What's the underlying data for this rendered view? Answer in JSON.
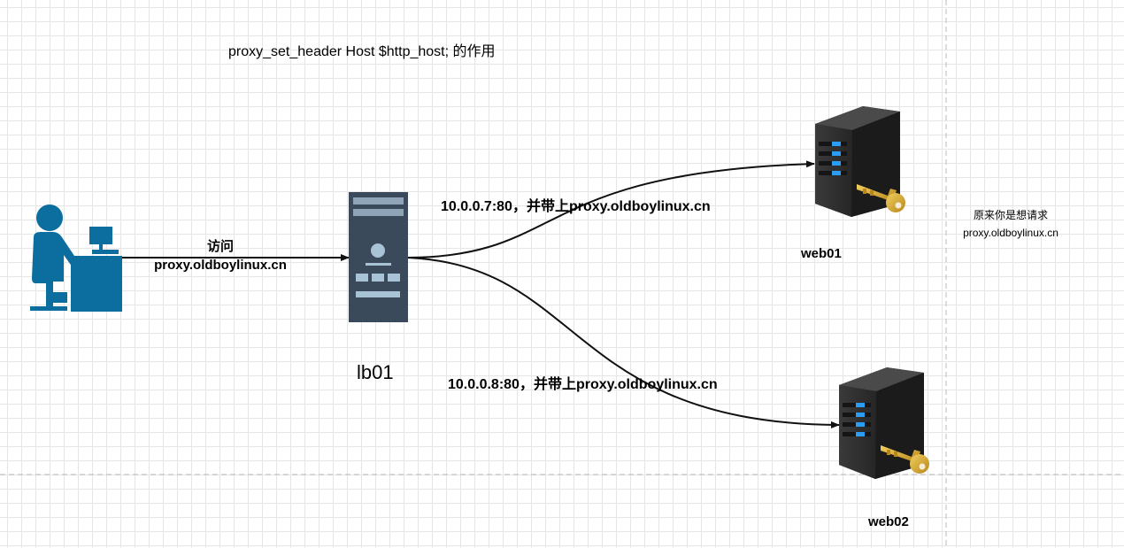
{
  "title": "proxy_set_header Host $http_host; 的作用",
  "user": {
    "icon": "user-at-computer-icon",
    "request_line1": "访问",
    "request_line2": "proxy.oldboylinux.cn"
  },
  "lb": {
    "icon": "load-balancer-server-icon",
    "label": "lb01"
  },
  "edges": {
    "to_web01": "10.0.0.7:80，并带上proxy.oldboylinux.cn",
    "to_web02": "10.0.0.8:80，并带上proxy.oldboylinux.cn"
  },
  "web01": {
    "icon": "secure-server-icon",
    "label": "web01"
  },
  "web02": {
    "icon": "secure-server-icon",
    "label": "web02"
  },
  "note": {
    "line1": "原来你是想请求",
    "line2": "proxy.oldboylinux.cn"
  },
  "colors": {
    "user_blue": "#0b6e9e",
    "lb_dark": "#3b4a5a",
    "lb_accent": "#a9c3d6",
    "server_dark": "#2f2f2f",
    "server_led": "#2a9df4",
    "key_gold": "#d4a82a",
    "arrow": "#111111",
    "guide": "#b8b8b8"
  }
}
